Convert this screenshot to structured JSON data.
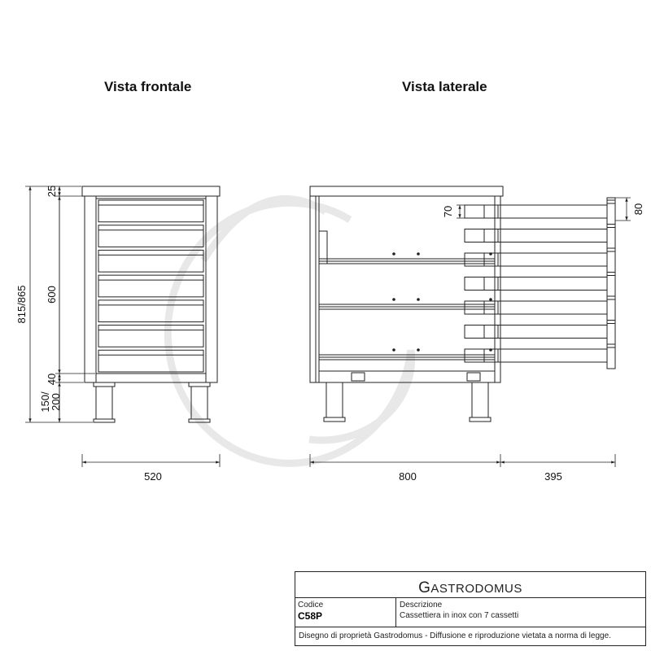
{
  "views": {
    "front_title": "Vista frontale",
    "side_title": "Vista laterale"
  },
  "dimensions": {
    "overall_height": "815/865",
    "top_thickness": "25",
    "drawer_zone": "600",
    "plinth": "40",
    "feet": "150/ 200",
    "front_width": "520",
    "side_depth": "800",
    "drawer_extension": "395",
    "drawer_front_height": "70",
    "drawer_pitch": "80"
  },
  "drawer_count": 7,
  "title_block": {
    "brand_initial": "G",
    "brand_rest": "ASTRODOMUS",
    "code_label": "Codice",
    "code_value": "C58P",
    "desc_label": "Descrizione",
    "desc_value": "Cassettiera in inox con 7 cassetti",
    "footer": "Disegno di proprietà Gastrodomus - Diffusione e riproduzione vietata a norma di legge."
  },
  "colors": {
    "line": "#222222",
    "watermark": "#e6e6e6"
  }
}
